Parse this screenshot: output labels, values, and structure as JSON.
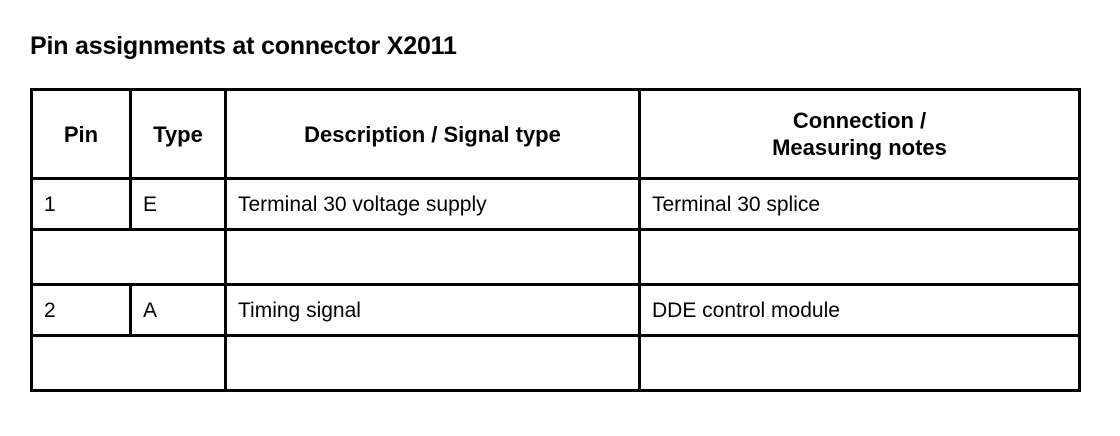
{
  "page": {
    "title": "Pin assignments at connector X2011",
    "background_color": "#ffffff",
    "text_color": "#000000",
    "border_color": "#000000"
  },
  "table": {
    "columns": [
      {
        "key": "pin",
        "header": "Pin"
      },
      {
        "key": "type",
        "header": "Type"
      },
      {
        "key": "description",
        "header": "Description / Signal type"
      },
      {
        "key": "connection",
        "header_line1": "Connection /",
        "header_line2": "Measuring notes"
      }
    ],
    "rows": [
      {
        "kind": "data",
        "pin": "1",
        "type": "E",
        "description": "Terminal 30 voltage supply",
        "connection": "Terminal 30 splice"
      },
      {
        "kind": "spacer",
        "pin_type_merged": "",
        "description": "",
        "connection": ""
      },
      {
        "kind": "data",
        "pin": "2",
        "type": "A",
        "description": "Timing signal",
        "connection": "DDE control module"
      },
      {
        "kind": "spacer",
        "pin_type_merged": "",
        "description": "",
        "connection": ""
      }
    ]
  }
}
